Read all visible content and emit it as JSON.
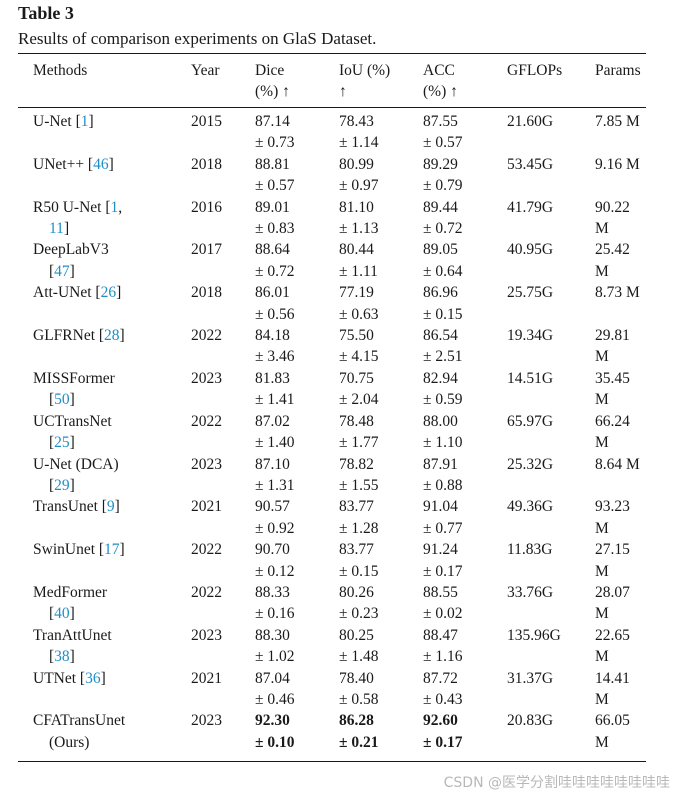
{
  "table_label": "Table 3",
  "caption": "Results of comparison experiments on GlaS Dataset.",
  "headers": {
    "methods": "Methods",
    "year": "Year",
    "dice_1": "Dice",
    "dice_2": "(%) ↑",
    "iou_1": "IoU (%)",
    "iou_2": "↑",
    "acc_1": "ACC",
    "acc_2": "(%) ↑",
    "gflops": "GFLOPs",
    "params": "Params"
  },
  "rows": [
    {
      "name_1": "U-Net [",
      "ref_1": "1",
      "name_1_end": "]",
      "name_2": "",
      "ref_2": "",
      "name_2_end": "",
      "year": "2015",
      "dice": "87.14",
      "dice_sd": "± 0.73",
      "iou": "78.43",
      "iou_sd": "± 1.14",
      "acc": "87.55",
      "acc_sd": "± 0.57",
      "gflops": "21.60G",
      "params_1": "7.85 M",
      "params_2": ""
    },
    {
      "name_1": "UNet++ [",
      "ref_1": "46",
      "name_1_end": "]",
      "name_2": "",
      "ref_2": "",
      "name_2_end": "",
      "year": "2018",
      "dice": "88.81",
      "dice_sd": "± 0.57",
      "iou": "80.99",
      "iou_sd": "± 0.97",
      "acc": "89.29",
      "acc_sd": "± 0.79",
      "gflops": "53.45G",
      "params_1": "9.16 M",
      "params_2": ""
    },
    {
      "name_1": "R50 U-Net [",
      "ref_1": "1",
      "name_1_end": ",",
      "name_2": "",
      "ref_2": "11",
      "name_2_end": "]",
      "year": "2016",
      "dice": "89.01",
      "dice_sd": "± 0.83",
      "iou": "81.10",
      "iou_sd": "± 1.13",
      "acc": "89.44",
      "acc_sd": "± 0.72",
      "gflops": "41.79G",
      "params_1": "90.22",
      "params_2": "M"
    },
    {
      "name_1": "DeepLabV3",
      "ref_1": "",
      "name_1_end": "",
      "name_2": "[",
      "ref_2": "47",
      "name_2_end": "]",
      "year": "2017",
      "dice": "88.64",
      "dice_sd": "± 0.72",
      "iou": "80.44",
      "iou_sd": "± 1.11",
      "acc": "89.05",
      "acc_sd": "± 0.64",
      "gflops": "40.95G",
      "params_1": "25.42",
      "params_2": "M"
    },
    {
      "name_1": "Att-UNet [",
      "ref_1": "26",
      "name_1_end": "]",
      "name_2": "",
      "ref_2": "",
      "name_2_end": "",
      "year": "2018",
      "dice": "86.01",
      "dice_sd": "± 0.56",
      "iou": "77.19",
      "iou_sd": "± 0.63",
      "acc": "86.96",
      "acc_sd": "± 0.15",
      "gflops": "25.75G",
      "params_1": "8.73 M",
      "params_2": ""
    },
    {
      "name_1": "GLFRNet [",
      "ref_1": "28",
      "name_1_end": "]",
      "name_2": "",
      "ref_2": "",
      "name_2_end": "",
      "year": "2022",
      "dice": "84.18",
      "dice_sd": "± 3.46",
      "iou": "75.50",
      "iou_sd": "± 4.15",
      "acc": "86.54",
      "acc_sd": "± 2.51",
      "gflops": "19.34G",
      "params_1": "29.81",
      "params_2": "M"
    },
    {
      "name_1": "MISSFormer",
      "ref_1": "",
      "name_1_end": "",
      "name_2": "[",
      "ref_2": "50",
      "name_2_end": "]",
      "year": "2023",
      "dice": "81.83",
      "dice_sd": "± 1.41",
      "iou": "70.75",
      "iou_sd": "± 2.04",
      "acc": "82.94",
      "acc_sd": "± 0.59",
      "gflops": "14.51G",
      "params_1": "35.45",
      "params_2": "M"
    },
    {
      "name_1": "UCTransNet",
      "ref_1": "",
      "name_1_end": "",
      "name_2": "[",
      "ref_2": "25",
      "name_2_end": "]",
      "year": "2022",
      "dice": "87.02",
      "dice_sd": "± 1.40",
      "iou": "78.48",
      "iou_sd": "± 1.77",
      "acc": "88.00",
      "acc_sd": "± 1.10",
      "gflops": "65.97G",
      "params_1": "66.24",
      "params_2": "M"
    },
    {
      "name_1": "U-Net (DCA)",
      "ref_1": "",
      "name_1_end": "",
      "name_2": "[",
      "ref_2": "29",
      "name_2_end": "]",
      "year": "2023",
      "dice": "87.10",
      "dice_sd": "± 1.31",
      "iou": "78.82",
      "iou_sd": "± 1.55",
      "acc": "87.91",
      "acc_sd": "± 0.88",
      "gflops": "25.32G",
      "params_1": "8.64 M",
      "params_2": ""
    },
    {
      "name_1": "TransUnet [",
      "ref_1": "9",
      "name_1_end": "]",
      "name_2": "",
      "ref_2": "",
      "name_2_end": "",
      "year": "2021",
      "dice": "90.57",
      "dice_sd": "± 0.92",
      "iou": "83.77",
      "iou_sd": "± 1.28",
      "acc": "91.04",
      "acc_sd": "± 0.77",
      "gflops": "49.36G",
      "params_1": "93.23",
      "params_2": "M"
    },
    {
      "name_1": "SwinUnet [",
      "ref_1": "17",
      "name_1_end": "]",
      "name_2": "",
      "ref_2": "",
      "name_2_end": "",
      "year": "2022",
      "dice": "90.70",
      "dice_sd": "± 0.12",
      "iou": "83.77",
      "iou_sd": "± 0.15",
      "acc": "91.24",
      "acc_sd": "± 0.17",
      "gflops": "11.83G",
      "params_1": "27.15",
      "params_2": "M"
    },
    {
      "name_1": "MedFormer",
      "ref_1": "",
      "name_1_end": "",
      "name_2": "[",
      "ref_2": "40",
      "name_2_end": "]",
      "year": "2022",
      "dice": "88.33",
      "dice_sd": "± 0.16",
      "iou": "80.26",
      "iou_sd": "± 0.23",
      "acc": "88.55",
      "acc_sd": "± 0.02",
      "gflops": "33.76G",
      "params_1": "28.07",
      "params_2": "M"
    },
    {
      "name_1": "TranAttUnet",
      "ref_1": "",
      "name_1_end": "",
      "name_2": "[",
      "ref_2": "38",
      "name_2_end": "]",
      "year": "2023",
      "dice": "88.30",
      "dice_sd": "± 1.02",
      "iou": "80.25",
      "iou_sd": "± 1.48",
      "acc": "88.47",
      "acc_sd": "± 1.16",
      "gflops": "135.96G",
      "params_1": "22.65",
      "params_2": "M"
    },
    {
      "name_1": "UTNet [",
      "ref_1": "36",
      "name_1_end": "]",
      "name_2": "",
      "ref_2": "",
      "name_2_end": "",
      "year": "2021",
      "dice": "87.04",
      "dice_sd": "± 0.46",
      "iou": "78.40",
      "iou_sd": "± 0.58",
      "acc": "87.72",
      "acc_sd": "± 0.43",
      "gflops": "31.37G",
      "params_1": "14.41",
      "params_2": "M"
    },
    {
      "name_1": "CFATransUnet",
      "ref_1": "",
      "name_1_end": "",
      "name_2": "(Ours)",
      "ref_2": "",
      "name_2_end": "",
      "year": "2023",
      "dice": "92.30",
      "dice_sd": "± 0.10",
      "iou": "86.28",
      "iou_sd": "± 0.21",
      "acc": "92.60",
      "acc_sd": "± 0.17",
      "gflops": "20.83G",
      "params_1": "66.05",
      "params_2": "M"
    }
  ],
  "bold_row_index": 14,
  "watermark": "CSDN @医学分割哇哇哇哇哇哇哇哇"
}
